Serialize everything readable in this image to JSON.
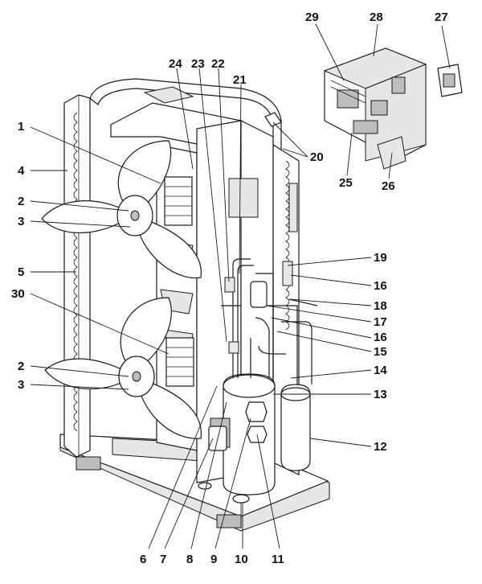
{
  "diagram": {
    "labels": {
      "p1": "1",
      "p2a": "2",
      "p2b": "2",
      "p3a": "3",
      "p3b": "3",
      "p4": "4",
      "p5": "5",
      "p6": "6",
      "p7": "7",
      "p8": "8",
      "p9": "9",
      "p10": "10",
      "p11": "11",
      "p12": "12",
      "p13": "13",
      "p14": "14",
      "p15": "15",
      "p16a": "16",
      "p16b": "16",
      "p17": "17",
      "p18": "18",
      "p19": "19",
      "p20": "20",
      "p21": "21",
      "p22": "22",
      "p23": "23",
      "p24": "24",
      "p25": "25",
      "p26": "26",
      "p27": "27",
      "p28": "28",
      "p29": "29",
      "p30": "30"
    }
  }
}
